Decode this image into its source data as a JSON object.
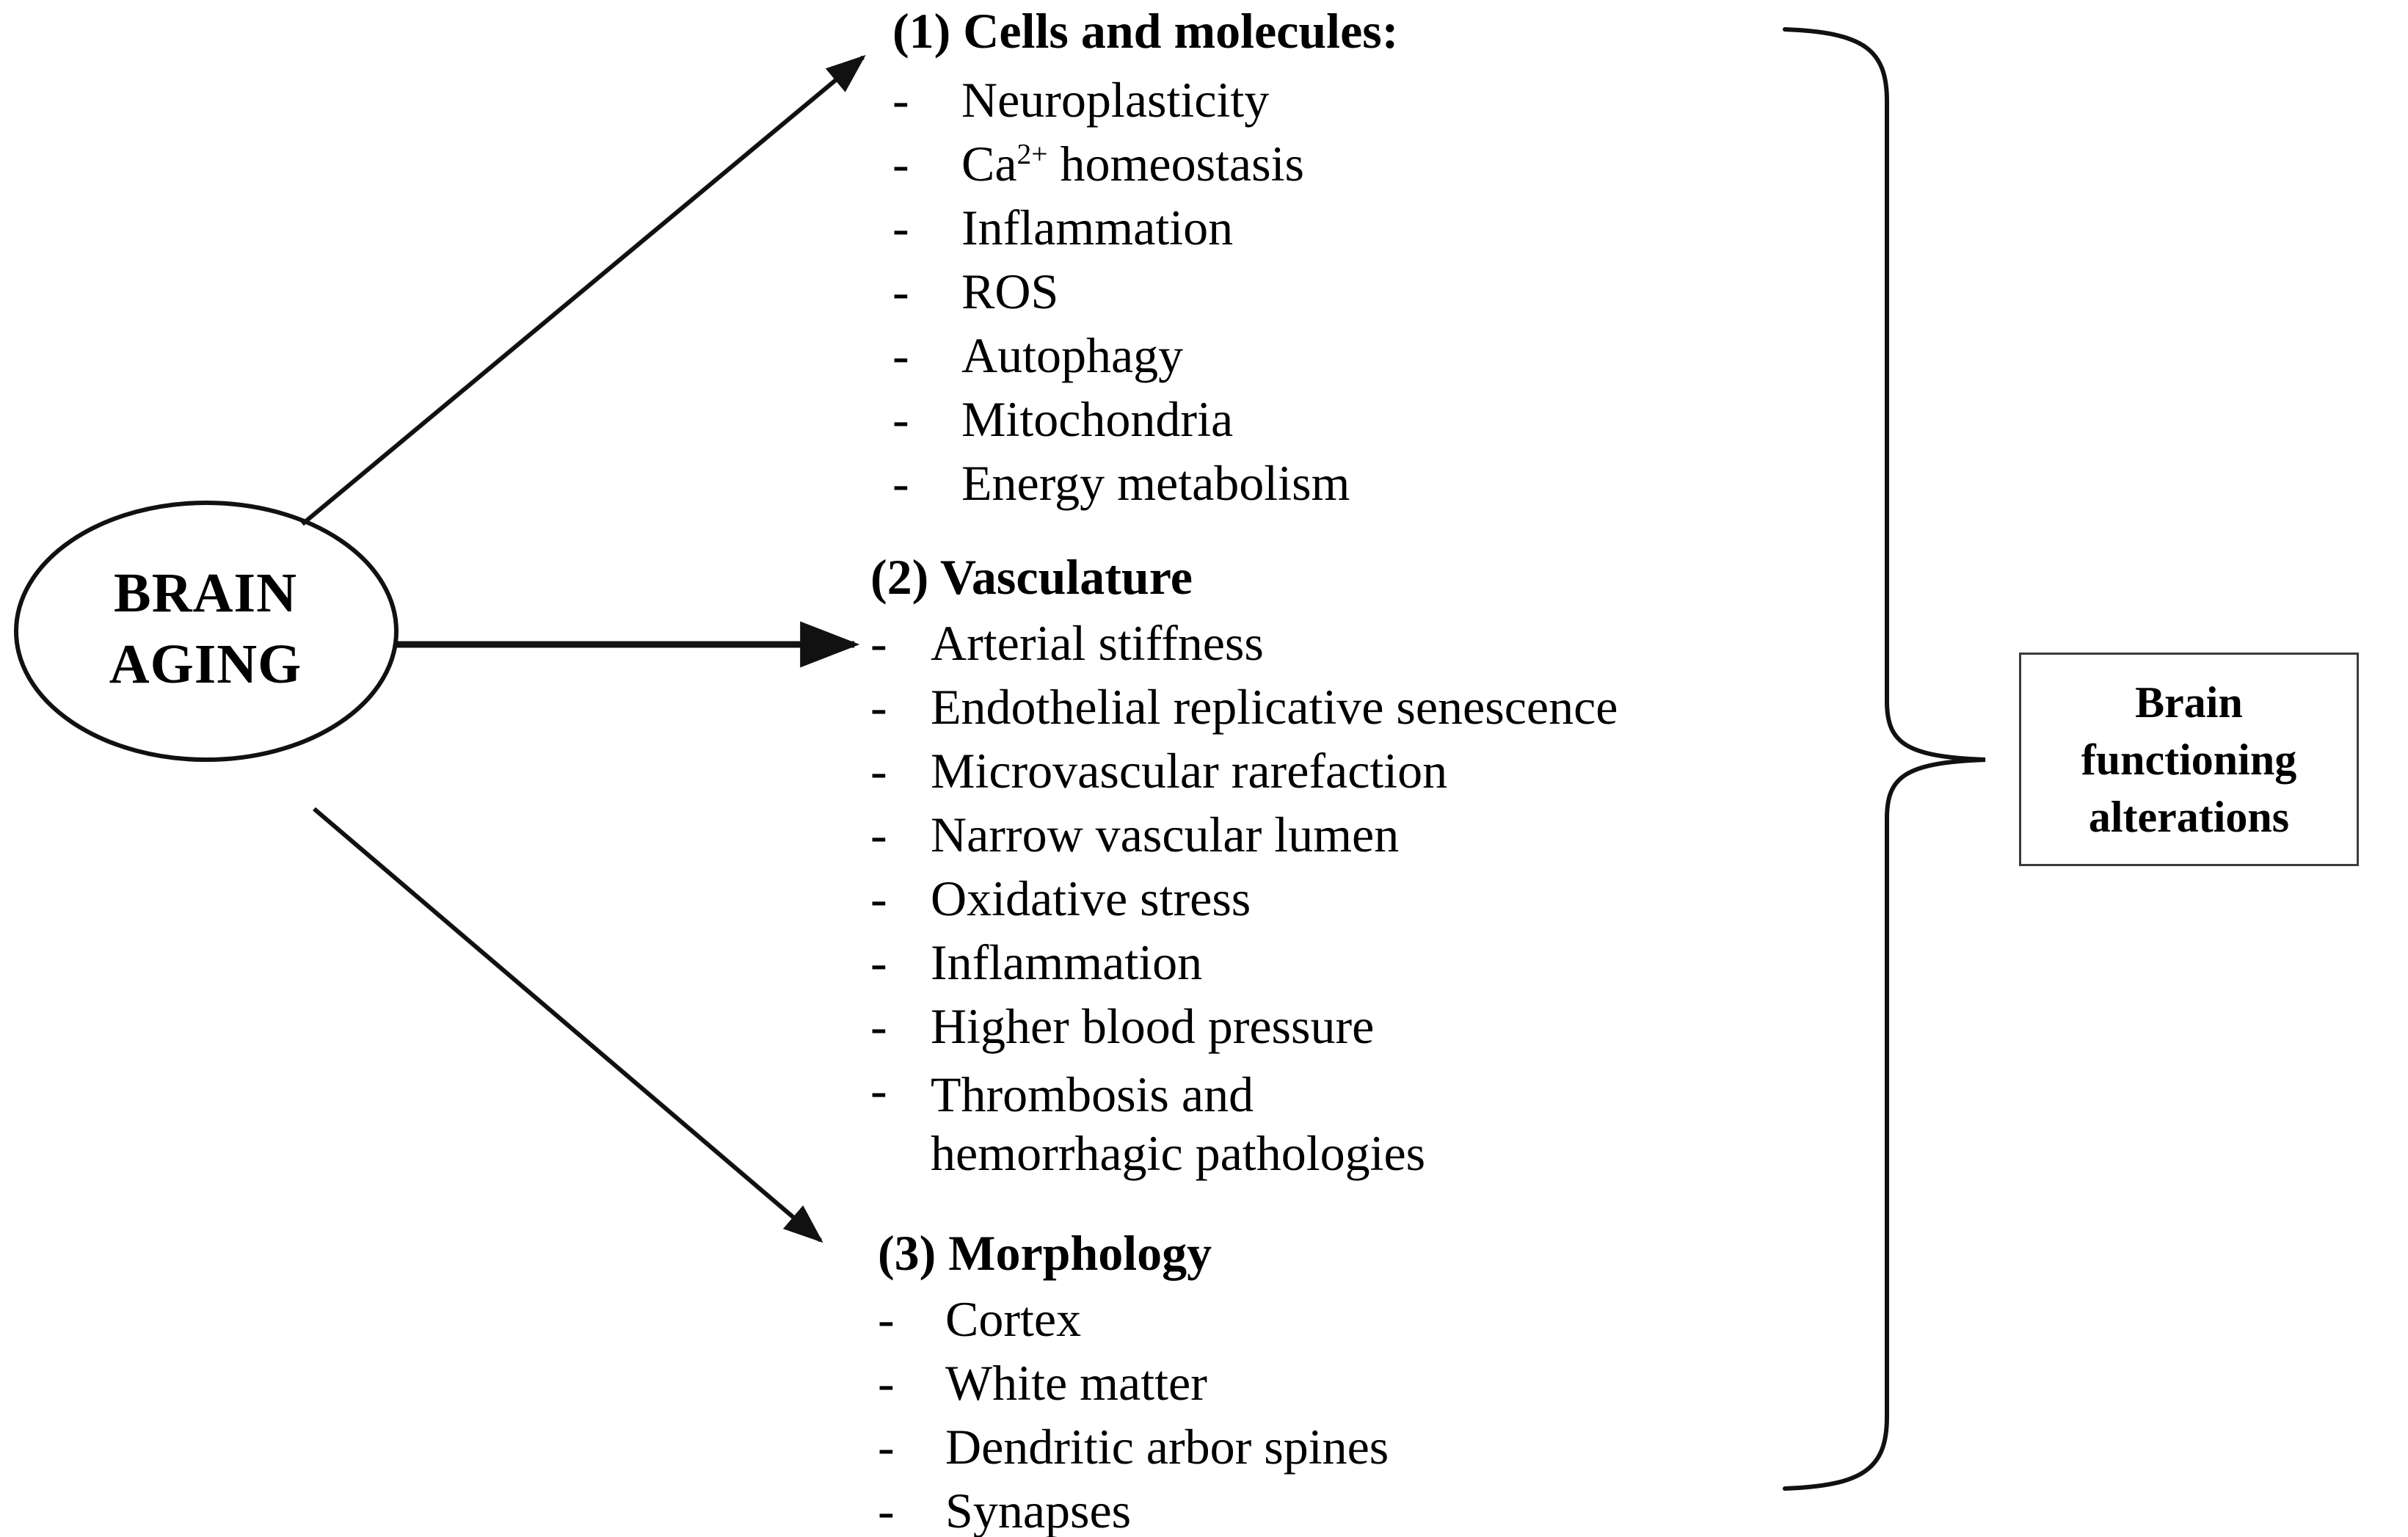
{
  "diagram": {
    "title": "Brain aging effects leading to brain functioning alterations",
    "source_node": {
      "label_line1": "BRAIN",
      "label_line2": "AGING",
      "shape": "ellipse"
    },
    "outcome_node": {
      "label_line1": "Brain",
      "label_line2": "functioning",
      "label_line3": "alterations",
      "shape": "rectangle"
    },
    "connectors": {
      "arrow_top": "arrow-to-cells-and-molecules",
      "arrow_middle": "arrow-to-vasculature",
      "arrow_bottom": "arrow-to-morphology",
      "brace": "right-curly-brace-grouping-all-sections"
    },
    "bullet_char": "-",
    "sections": [
      {
        "id": "cells",
        "heading": "(1) Cells and molecules:",
        "items": [
          "Neuroplasticity",
          "Ca2+ homeostasis",
          "Inflammation",
          "ROS",
          "Autophagy",
          "Mitochondria",
          "Energy metabolism"
        ]
      },
      {
        "id": "vasculature",
        "heading": "(2) Vasculature",
        "items": [
          "Arterial stiffness",
          "Endothelial replicative senescence",
          "Microvascular rarefaction",
          "Narrow vascular lumen",
          "Oxidative stress",
          "Inflammation",
          "Higher blood pressure",
          "Thrombosis and hemorrhagic pathologies"
        ]
      },
      {
        "id": "morphology",
        "heading": "(3) Morphology",
        "items": [
          "Cortex",
          "White matter",
          "Dendritic arbor spines",
          "Synapses"
        ]
      }
    ]
  },
  "colors": {
    "background": "#ffffff",
    "ink": "#000000",
    "box_border": "#3b3b3b",
    "connector": "#1a1a1a"
  }
}
